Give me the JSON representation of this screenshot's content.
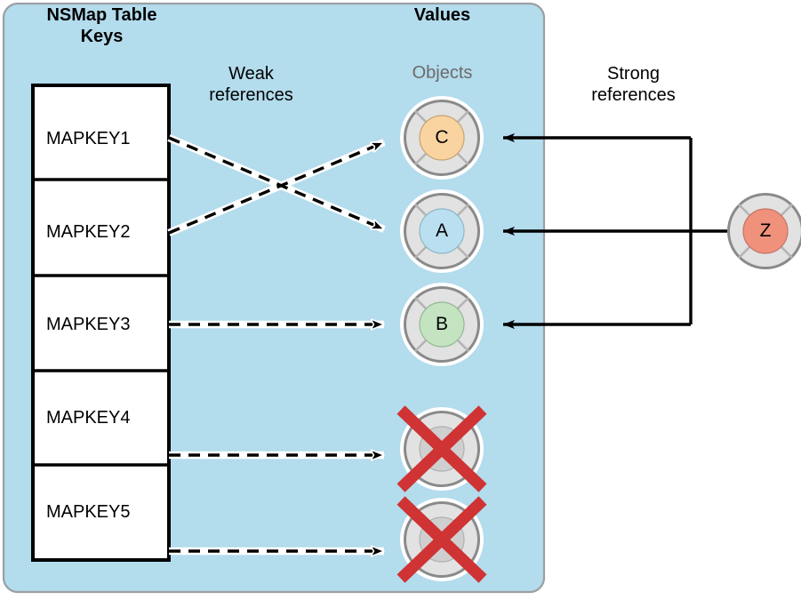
{
  "diagram": {
    "title_left": "NSMap Table\nKeys",
    "title_right": "Values",
    "panel_color": "#b3dced",
    "panel_border_color": "#9aa0a3"
  },
  "labels": {
    "weak_references": "Weak\nreferences",
    "strong_references": "Strong\nreferences",
    "objects": "Objects",
    "objects_color": "#6b6b6b"
  },
  "table": {
    "name": "NSMap Table Keys",
    "rows": [
      {
        "key": "MAPKEY1"
      },
      {
        "key": "MAPKEY2"
      },
      {
        "key": "MAPKEY3"
      },
      {
        "key": "MAPKEY4"
      },
      {
        "key": "MAPKEY5"
      }
    ]
  },
  "objects": [
    {
      "letter": "C",
      "fill": "#f9d3a0",
      "state": "alive",
      "strong_ref_from": "Z"
    },
    {
      "letter": "A",
      "fill": "#b9dff0",
      "state": "alive",
      "strong_ref_from": "Z"
    },
    {
      "letter": "B",
      "fill": "#c3e3c1",
      "state": "alive",
      "strong_ref_from": "Z"
    },
    {
      "letter": "",
      "fill": "#cfcfcf",
      "state": "deallocated",
      "strong_ref_from": ""
    },
    {
      "letter": "",
      "fill": "#cfcfcf",
      "state": "deallocated",
      "strong_ref_from": ""
    }
  ],
  "owner_object": {
    "letter": "Z",
    "fill": "#f0917c"
  },
  "weak_references": [
    {
      "from": "MAPKEY1",
      "to": "A"
    },
    {
      "from": "MAPKEY2",
      "to": "C"
    },
    {
      "from": "MAPKEY3",
      "to": "B"
    },
    {
      "from": "MAPKEY4",
      "to": "deallocated-1"
    },
    {
      "from": "MAPKEY5",
      "to": "deallocated-2"
    }
  ],
  "strong_references": [
    {
      "from": "Z",
      "to": "C"
    },
    {
      "from": "Z",
      "to": "A"
    },
    {
      "from": "Z",
      "to": "B"
    }
  ],
  "colors": {
    "cross_out": "#cf3333",
    "ring_outer": "#8a8a8a",
    "ring_fill": "#e2e2e2",
    "halo": "#ffffff",
    "line": "#000000"
  }
}
